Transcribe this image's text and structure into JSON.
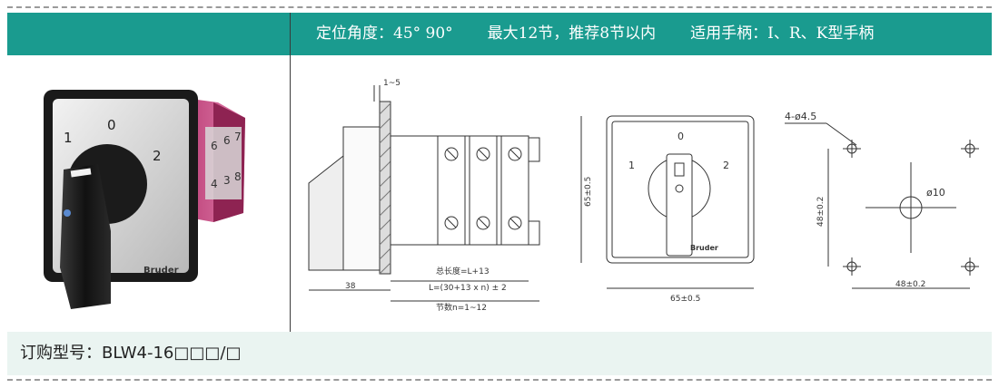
{
  "header": {
    "angle": "定位角度：45° 90°",
    "sections": "最大12节，推荐8节以内",
    "handles": "适用手柄：I、R、K型手柄"
  },
  "photo": {
    "dial_labels": [
      "1",
      "0",
      "2"
    ],
    "brand": "Bruder",
    "deck_digits": [
      "6",
      "6",
      "7",
      "4",
      "3",
      "8"
    ]
  },
  "side_view": {
    "gap_label": "1~5",
    "depth_label": "38",
    "length_formula_1": "总长度=L+13",
    "length_formula_2": "L=(30+13 x n) ± 2",
    "sections_formula": "节数n=1~12"
  },
  "front_view": {
    "positions": [
      "0",
      "1",
      "2"
    ],
    "height_label": "65±0.5",
    "width_label": "65±0.5",
    "brand": "Bruder"
  },
  "mounting_view": {
    "holes_label": "4-ø4.5",
    "center_label": "ø10",
    "vertical_spacing": "48±0.2",
    "horizontal_spacing": "48±0.2"
  },
  "order": {
    "label": "订购型号：BLW4-16□□□/□"
  }
}
